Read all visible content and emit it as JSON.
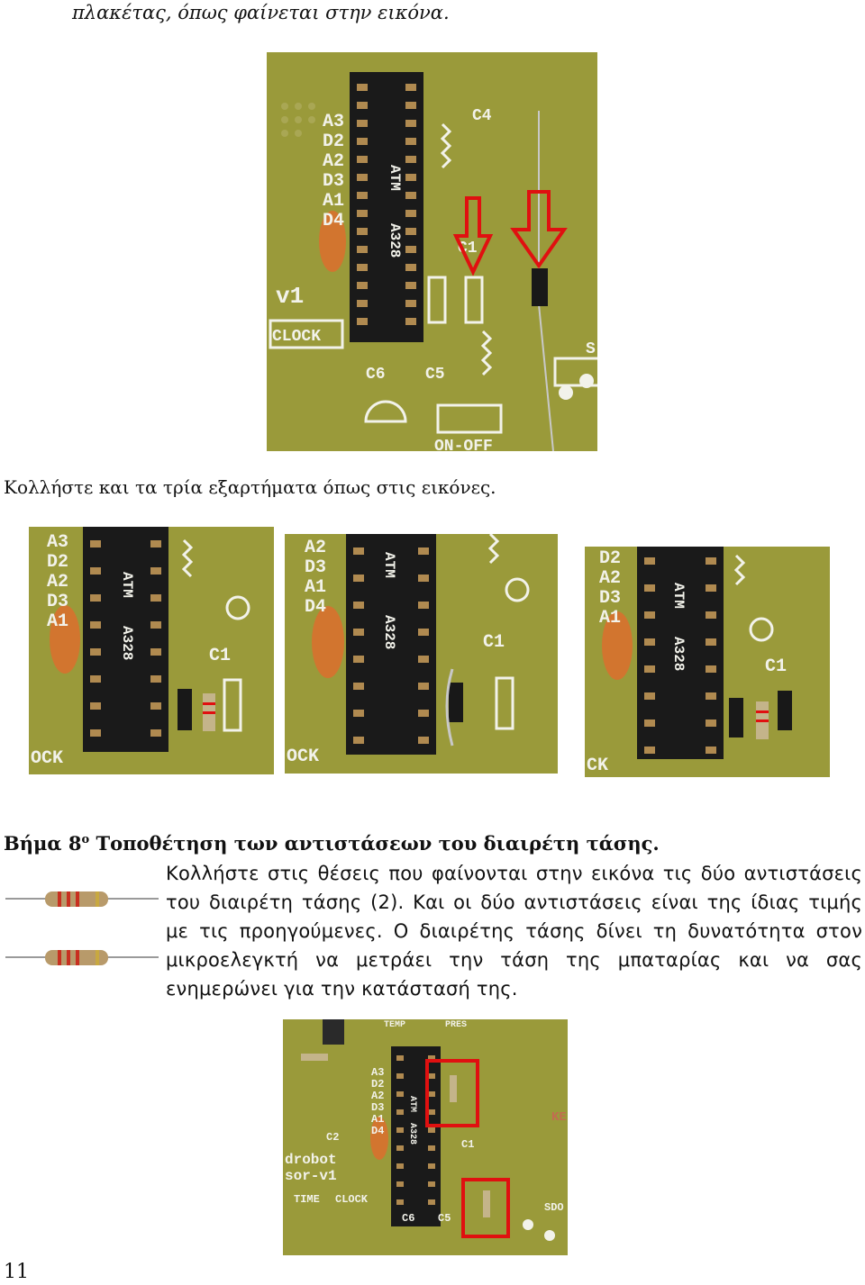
{
  "intro_text": "πλακέτας, όπως φαίνεται στην εικόνα.",
  "instruction_text": "Κολλήστε και τα τρία εξαρτήματα όπως στις εικόνες.",
  "step": {
    "title_prefix": "Βήμα 8",
    "title_sup": "ο",
    "title_rest": " Τοποθέτηση των αντιστάσεων του διαιρέτη τάσης.",
    "paragraph": "Κολλήστε στις θέσεις που φαίνονται στην εικόνα τις δύο αντιστάσεις του διαιρέτη τάσης (2). Και οι δύο αντιστάσεις είναι της ίδιας τιμής με τις προηγούμενες. Ο διαιρέτης τάσης δίνει τη δυνατότητα στον μικροελεγκτή να μετράει την τάση της μπαταρίας και να σας ενημερώνει για την κατάστασή της."
  },
  "photos": {
    "top": {
      "labels": [
        "A3",
        "D2",
        "A2",
        "D3",
        "A1",
        "D4",
        "ATM",
        "A328",
        "C4",
        "C1",
        "CLOCK",
        "C6",
        "C5",
        "ON-OFF",
        "S",
        "v1"
      ]
    },
    "row1": {
      "labels": [
        "A3",
        "D2",
        "A2",
        "D3",
        "A1",
        "ATM",
        "A328",
        "C1",
        "OCK"
      ]
    },
    "row2": {
      "labels": [
        "A2",
        "D3",
        "A1",
        "D4",
        "ATM",
        "A328",
        "C1",
        "OCK"
      ]
    },
    "row3": {
      "labels": [
        "D2",
        "A2",
        "D3",
        "A1",
        "ATM",
        "A328",
        "C1",
        "CK"
      ]
    },
    "bottom": {
      "labels": [
        "A3",
        "D2",
        "A2",
        "D3",
        "A1",
        "D4",
        "ATM",
        "A328",
        "C2",
        "C1",
        "C6",
        "C5",
        "TEMP",
        "PRES",
        "TIME",
        "CLOCK",
        "SDO",
        "drobot",
        "sor-v1",
        "KE"
      ]
    }
  },
  "page_number": "11",
  "colors": {
    "pcb": "#9a9a3a",
    "silkscreen": "#f2f2ea",
    "socket": "#1a1a1a",
    "marker": "#e01010",
    "capacitor": "#d2752f"
  }
}
